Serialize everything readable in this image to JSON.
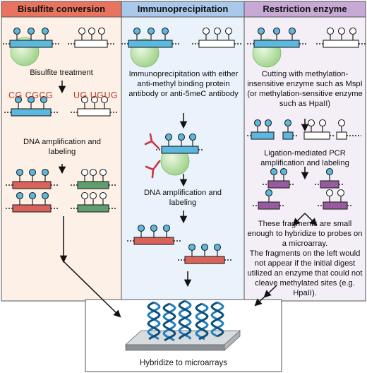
{
  "panels": [
    {
      "title": "Bisulfite conversion",
      "step1": "Bisulfite treatment",
      "seq_methylated": "CG  CGCG",
      "seq_unmethylated": "UG  UGUG",
      "step2": "DNA amplification and labeling"
    },
    {
      "title": "Immunoprecipitation",
      "step1": "Immunoprecipitation with either anti-methyl binding protein antibody or anti-5meC antibody",
      "step2": "DNA amplification and labeling"
    },
    {
      "title": "Restriction enzyme",
      "step1": "Cutting with methylation-insensitive enzyme such as MspI (or methylation-sensitive enzyme such as HpaII)",
      "step2": "Ligation-mediated PCR amplification and labeling",
      "note1": "These fragments are small enough to hybridize to probes on a microarray.",
      "note2": "The fragments on the left would not appear if the initial digest utilized an enzyme that could not cleave methylated sites (e.g. HpaII)."
    }
  ],
  "bottom": {
    "caption": "Hybridize to microarrays"
  },
  "colors": {
    "methylated_dna": "#5bb8df",
    "unmethylated_dna": "#ffffff",
    "amplified_methylated": "#d9635a",
    "amplified_unmethylated": "#5f9e6e",
    "restriction_fragment": "#9a5aa0",
    "binding_protein": "#a9dd92",
    "antibody": "#cc3344",
    "dna_helix": "#1f7fbf"
  }
}
